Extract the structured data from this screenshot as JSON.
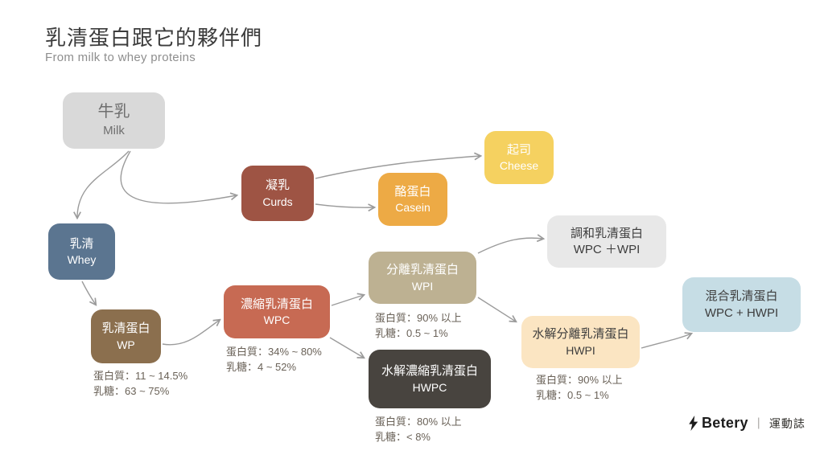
{
  "header": {
    "title": "乳清蛋白跟它的夥伴們",
    "subtitle": "From milk to whey proteins"
  },
  "nodes": {
    "milk": {
      "zh": "牛乳",
      "en": "Milk",
      "color": "#d9d9d9"
    },
    "curds": {
      "zh": "凝乳",
      "en": "Curds",
      "color": "#9e5444"
    },
    "casein": {
      "zh": "酪蛋白",
      "en": "Casein",
      "color": "#edaa45"
    },
    "cheese": {
      "zh": "起司",
      "en": "Cheese",
      "color": "#f5d160"
    },
    "whey": {
      "zh": "乳清",
      "en": "Whey",
      "color": "#5b7590"
    },
    "wp": {
      "zh": "乳清蛋白",
      "en": "WP",
      "color": "#8b6f4e",
      "notes": [
        "蛋白質：11 ~ 14.5%",
        "乳糖：63 ~ 75%"
      ]
    },
    "wpc": {
      "zh": "濃縮乳清蛋白",
      "en": "WPC",
      "color": "#c76a53",
      "notes": [
        "蛋白質：34% ~ 80%",
        "乳糖：4 ~ 52%"
      ]
    },
    "wpi": {
      "zh": "分離乳清蛋白",
      "en": "WPI",
      "color": "#bdb192",
      "notes": [
        "蛋白質：90% 以上",
        "乳糖：0.5 ~ 1%"
      ]
    },
    "wpc_wpi": {
      "zh": "調和乳清蛋白",
      "en": "WPC ＋WPI",
      "color": "#e8e8e8"
    },
    "hwpc": {
      "zh": "水解濃縮乳清蛋白",
      "en": "HWPC",
      "color": "#48443f",
      "notes": [
        "蛋白質：80% 以上",
        "乳糖：< 8%"
      ]
    },
    "hwpi": {
      "zh": "水解分離乳清蛋白",
      "en": "HWPI",
      "color": "#fbe5c2",
      "notes": [
        "蛋白質：90% 以上",
        "乳糖：0.5 ~ 1%"
      ]
    },
    "wpc_hwpi": {
      "zh": "混合乳清蛋白",
      "en": "WPC + HWPI",
      "color": "#c6dde5"
    }
  },
  "edges": [
    {
      "from": "milk",
      "to": "whey"
    },
    {
      "from": "milk",
      "to": "curds"
    },
    {
      "from": "curds",
      "to": "casein"
    },
    {
      "from": "curds",
      "to": "cheese"
    },
    {
      "from": "whey",
      "to": "wp"
    },
    {
      "from": "wp",
      "to": "wpc"
    },
    {
      "from": "wpc",
      "to": "wpi"
    },
    {
      "from": "wpc",
      "to": "hwpc"
    },
    {
      "from": "wpi",
      "to": "wpc_wpi"
    },
    {
      "from": "wpi",
      "to": "hwpi"
    },
    {
      "from": "hwpi",
      "to": "wpc_hwpi"
    }
  ],
  "logo": {
    "brand": "Betery",
    "separator": "｜",
    "suffix": "運動誌"
  },
  "colors": {
    "arrow": "#9b9b9b",
    "note_text": "#6a6258",
    "background": "#ffffff"
  }
}
